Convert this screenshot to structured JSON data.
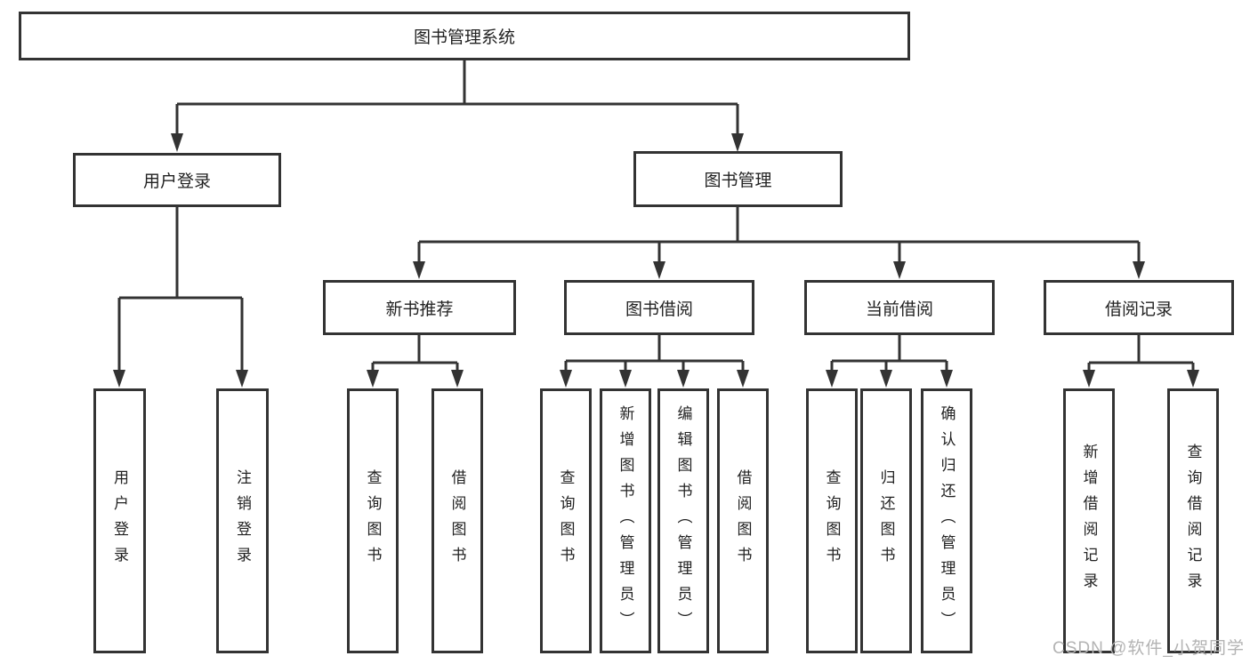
{
  "diagram": {
    "root": {
      "label": "图书管理系统"
    },
    "branches": [
      {
        "label": "用户登录",
        "children": [
          {
            "label": "用户登录"
          },
          {
            "label": "注销登录"
          }
        ]
      },
      {
        "label": "图书管理",
        "children": [
          {
            "label": "新书推荐",
            "children": [
              {
                "label": "查询图书"
              },
              {
                "label": "借阅图书"
              }
            ]
          },
          {
            "label": "图书借阅",
            "children": [
              {
                "label": "查询图书"
              },
              {
                "label": "新增图书（管理员）"
              },
              {
                "label": "编辑图书（管理员）"
              },
              {
                "label": "借阅图书"
              }
            ]
          },
          {
            "label": "当前借阅",
            "children": [
              {
                "label": "查询图书"
              },
              {
                "label": "归还图书"
              },
              {
                "label": "确认归还（管理员）"
              }
            ]
          },
          {
            "label": "借阅记录",
            "children": [
              {
                "label": "新增借阅记录"
              },
              {
                "label": "查询借阅记录"
              }
            ]
          }
        ]
      }
    ],
    "watermark": "CSDN @软件_小贺同学",
    "colors": {
      "line": "#333333",
      "text": "#222222",
      "watermark": "#b3b3b3",
      "background": "#ffffff"
    }
  }
}
